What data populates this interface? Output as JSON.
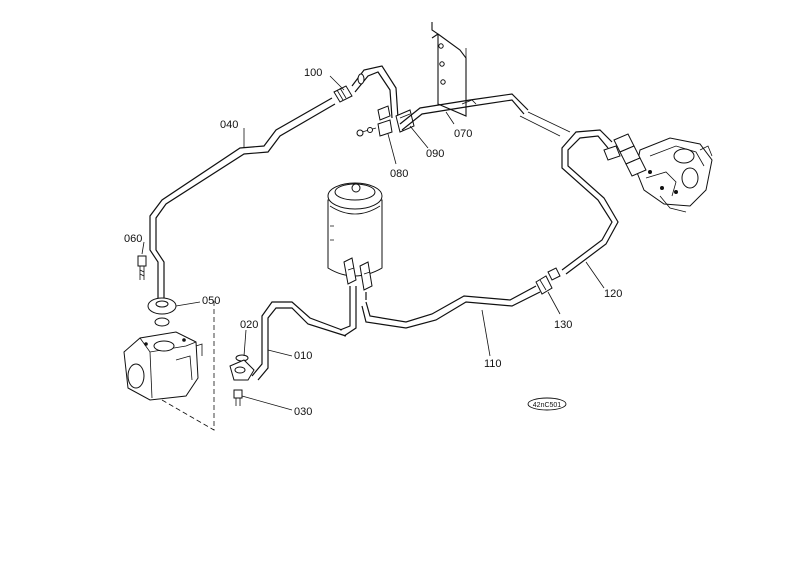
{
  "callouts": {
    "c010": "010",
    "c020": "020",
    "c030": "030",
    "c040": "040",
    "c050": "050",
    "c060": "060",
    "c070": "070",
    "c080": "080",
    "c090": "090",
    "c100": "100",
    "c110": "110",
    "c120": "120",
    "c130": "130"
  },
  "figure_code": "42nC501"
}
